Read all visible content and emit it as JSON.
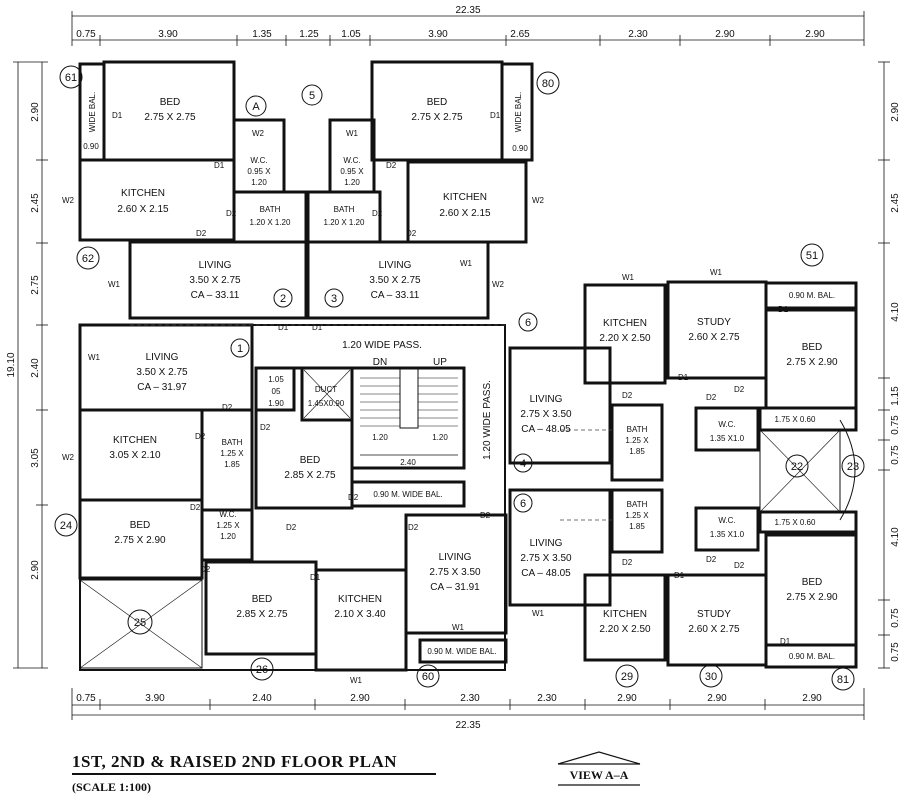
{
  "title": "1ST, 2ND & RAISED 2ND FLOOR PLAN",
  "scale": "(SCALE 1:100)",
  "view": "VIEW A–A",
  "dims": {
    "total": "22.35",
    "top": [
      "0.75",
      "3.90",
      "1.35",
      "1.25",
      "1.05",
      "3.90",
      "2.65",
      "2.30",
      "2.90",
      "2.90"
    ],
    "bottom": [
      "0.75",
      "3.90",
      "2.40",
      "2.90",
      "2.30",
      "2.30",
      "2.90",
      "2.90",
      "2.90"
    ],
    "left_total": "19.10",
    "left": [
      "2.90",
      "2.45",
      "2.75",
      "2.40",
      "3.05",
      "2.90"
    ],
    "right": [
      "2.90",
      "2.45",
      "4.10",
      "1.15",
      "0.75",
      "0.75",
      "4.10",
      "0.75",
      "0.75"
    ]
  },
  "rooms": [
    {
      "name": "BED",
      "size": "2.75 X 2.75"
    },
    {
      "name": "BED",
      "size": "2.75 X 2.75"
    },
    {
      "name": "KITCHEN",
      "size": "2.60 X 2.15"
    },
    {
      "name": "KITCHEN",
      "size": "2.60 X 2.15"
    },
    {
      "name": "BATH",
      "size": "1.20 X 1.20"
    },
    {
      "name": "BATH",
      "size": "1.20 X 1.20"
    },
    {
      "name": "W.C.",
      "size": "0.95 X",
      "extra": "1.20"
    },
    {
      "name": "W.C.",
      "size": "0.95 X",
      "extra": "1.20"
    },
    {
      "name": "LIVING",
      "size": "3.50 X 2.75",
      "extra": "CA – 33.11"
    },
    {
      "name": "LIVING",
      "size": "3.50 X 2.75",
      "extra": "CA – 33.11"
    },
    {
      "name": "LIVING",
      "size": "3.50 X 2.75",
      "extra": "CA – 31.97"
    },
    {
      "name": "KITCHEN",
      "size": "3.05 X 2.10"
    },
    {
      "name": "BATH",
      "size": "1.25 X",
      "extra": "1.85"
    },
    {
      "name": "BED",
      "size": "2.75 X 2.90"
    },
    {
      "name": "W.C.",
      "size": "1.25 X",
      "extra": "1.20"
    },
    {
      "name": "BED",
      "size": "2.85 X 2.75"
    },
    {
      "name": "BED",
      "size": "2.85 X 2.75"
    },
    {
      "name": "KITCHEN",
      "size": "2.10 X 3.40"
    },
    {
      "name": "LIVING",
      "size": "2.75 X 3.50",
      "extra": "CA – 31.91"
    },
    {
      "name": "LIVING",
      "size": "2.75 X 3.50",
      "extra": "CA – 48.05"
    },
    {
      "name": "LIVING",
      "size": "2.75 X 3.50",
      "extra": "CA – 48.05"
    },
    {
      "name": "KITCHEN",
      "size": "2.20 X 2.50"
    },
    {
      "name": "KITCHEN",
      "size": "2.20 X 2.50"
    },
    {
      "name": "STUDY",
      "size": "2.60 X 2.75"
    },
    {
      "name": "STUDY",
      "size": "2.60 X 2.75"
    },
    {
      "name": "BED",
      "size": "2.75 X 2.90"
    },
    {
      "name": "BED",
      "size": "2.75 X 2.90"
    },
    {
      "name": "BATH",
      "size": "1.25 X",
      "extra": "1.85"
    },
    {
      "name": "BATH",
      "size": "1.25 X",
      "extra": "1.85"
    },
    {
      "name": "W.C.",
      "size": "1.35 X1.0"
    },
    {
      "name": "W.C.",
      "size": "1.35 X1.0"
    }
  ],
  "labels": {
    "wide_bal": "WIDE BAL.",
    "bal_090": "0.90",
    "duct": "DUCT",
    "duct_size": "1.45X0.90",
    "lift_a": "1.05",
    "lift_b": "05",
    "lift_c": "1.90",
    "passage_h": "1.20 WIDE PASS.",
    "passage_v": "1.20 WIDE PASS.",
    "dn": "DN",
    "up": "UP",
    "stair_w1": "1.20",
    "stair_w2": "1.20",
    "stair_len": "2.40",
    "bal_09_mid": "0.90 M. WIDE BAL.",
    "bal_09_bot": "0.90 M. WIDE BAL.",
    "bal_rt_top": "0.90 M. BAL.",
    "bal_rt_bot": "0.90 M. BAL.",
    "shaft_1": "1.75 X 0.60",
    "shaft_2": "1.75 X 0.60"
  },
  "markers": [
    "A",
    "5",
    "1",
    "2",
    "3",
    "4",
    "6",
    "6",
    "22",
    "23",
    "24",
    "25",
    "26",
    "29",
    "30",
    "51",
    "60",
    "61",
    "62",
    "80",
    "81"
  ],
  "openings": {
    "d1": "D1",
    "d2": "D2",
    "w1": "W1",
    "w2": "W2"
  }
}
